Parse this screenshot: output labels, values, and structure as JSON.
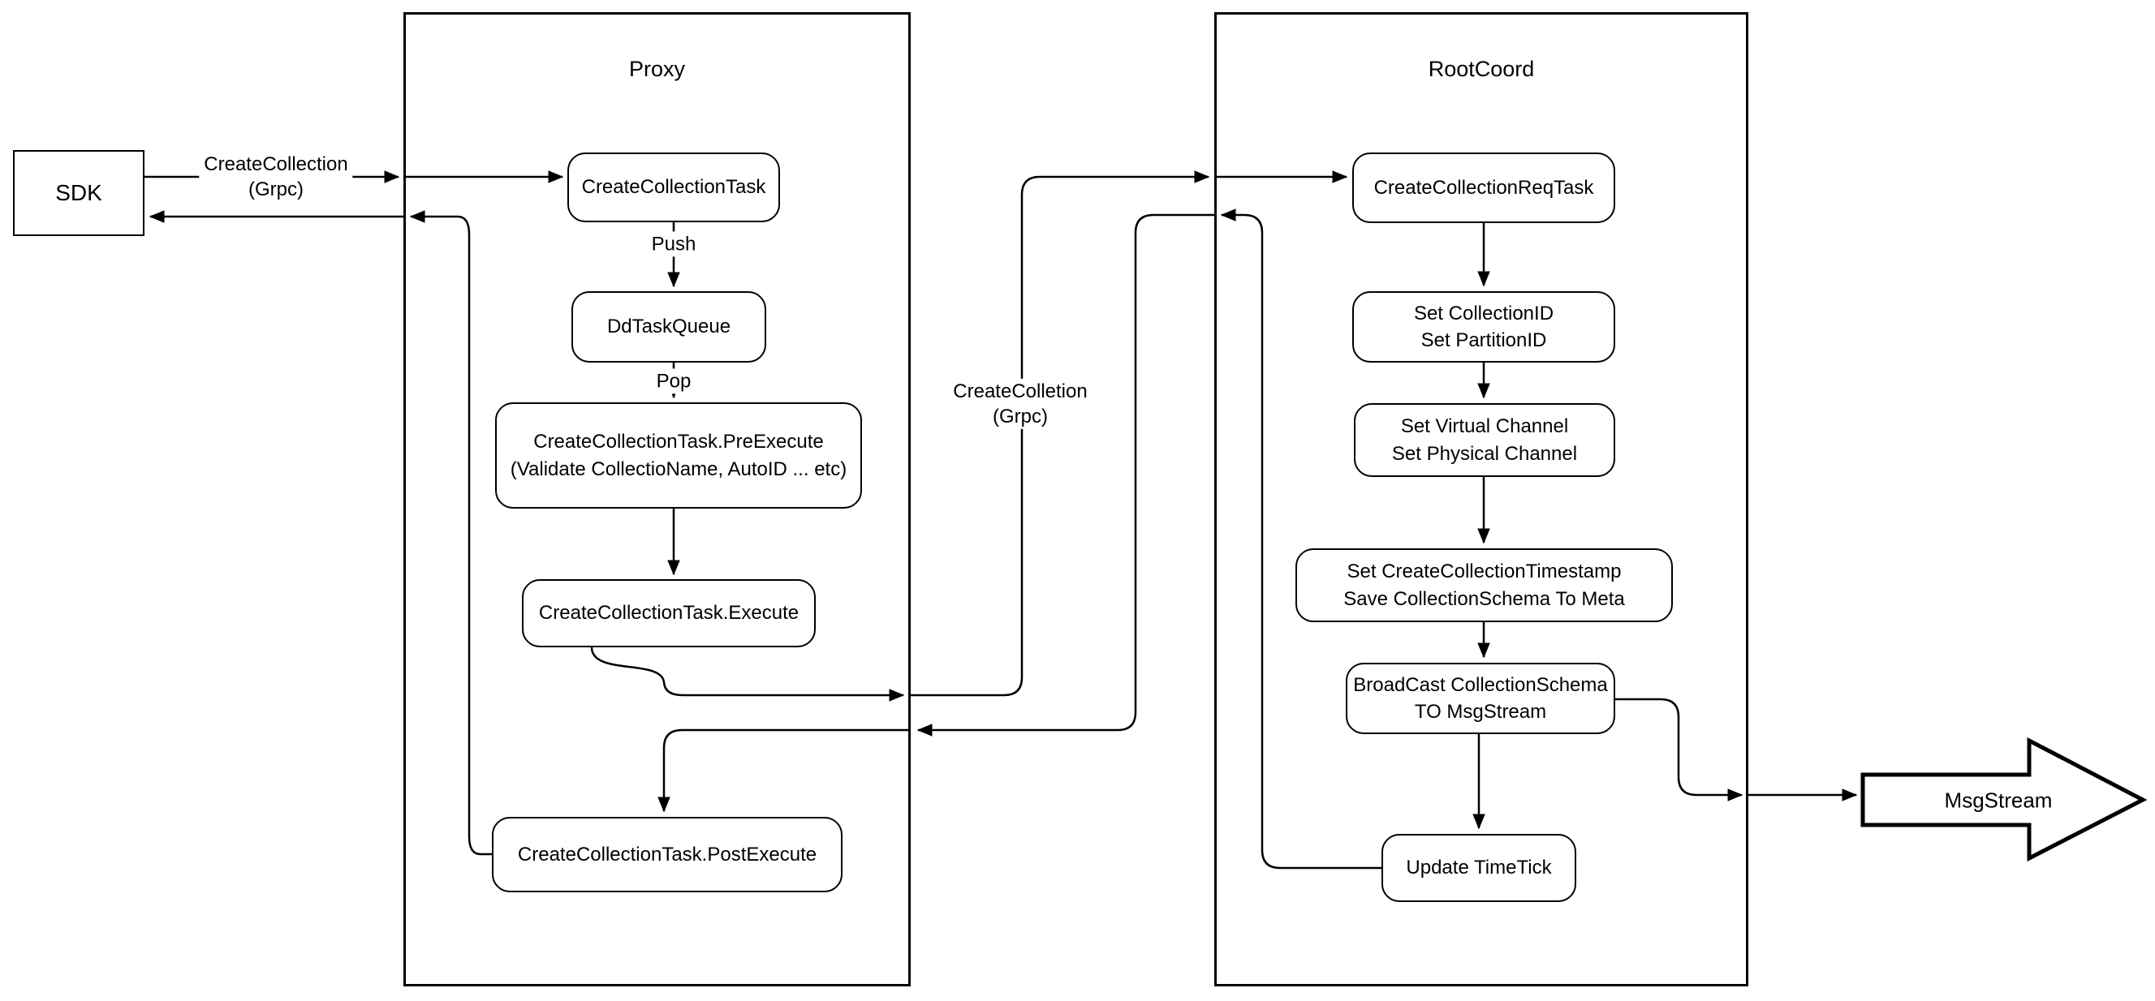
{
  "containers": {
    "proxy": "Proxy",
    "rootcoord": "RootCoord"
  },
  "nodes": {
    "sdk": "SDK",
    "create_collection_task": "CreateCollectionTask",
    "dd_task_queue": "DdTaskQueue",
    "pre_execute": "CreateCollectionTask.PreExecute\n(Validate CollectioName, AutoID ... etc)",
    "execute": "CreateCollectionTask.Execute",
    "post_execute": "CreateCollectionTask.PostExecute",
    "create_collection_req_task": "CreateCollectionReqTask",
    "set_ids": "Set CollectionID\nSet PartitionID",
    "set_channels": "Set Virtual Channel\nSet Physical Channel",
    "set_timestamp": "Set CreateCollectionTimestamp\nSave CollectionSchema To Meta",
    "broadcast": "BroadCast CollectionSchema\nTO MsgStream",
    "update_timetick": "Update TimeTick",
    "msgstream": "MsgStream"
  },
  "edge_labels": {
    "sdk_grpc": "CreateCollection\n(Grpc)",
    "push": "Push",
    "pop": "Pop",
    "proxy_grpc": "CreateColletion\n(Grpc)"
  },
  "colors": {
    "line": "#000000",
    "fill": "#ffffff",
    "text": "#000000"
  }
}
